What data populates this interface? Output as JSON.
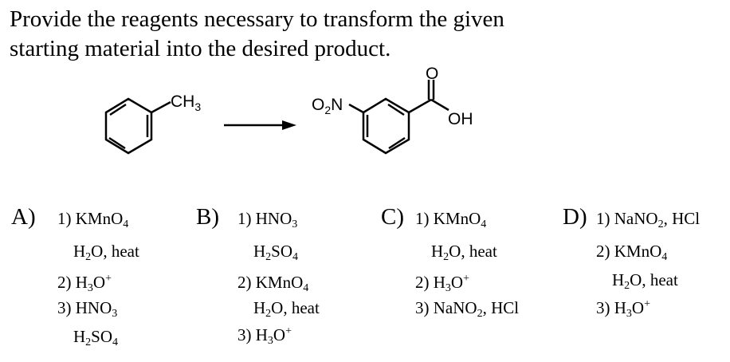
{
  "question": {
    "line1": "Provide the reagents necessary to transform the given",
    "line2": "starting material into the desired product."
  },
  "scheme": {
    "start_label": "CH3",
    "nitro_label": "O2N",
    "carbonyl_o": "O",
    "hydroxyl": "OH"
  },
  "options": [
    {
      "letter": "A)",
      "steps": [
        "1) KMnO4",
        "H2O, heat",
        "2) H3O+",
        "3) HNO3",
        "H2SO4"
      ]
    },
    {
      "letter": "B)",
      "steps": [
        "1) HNO3",
        "H2SO4",
        "2) KMnO4",
        "H2O, heat",
        "3) H3O+"
      ]
    },
    {
      "letter": "C)",
      "steps": [
        "1) KMnO4",
        "H2O, heat",
        "2) H3O+",
        "3) NaNO2, HCl"
      ]
    },
    {
      "letter": "D)",
      "steps": [
        "1) NaNO2, HCl",
        "2) KMnO4",
        "H2O, heat",
        "3) H3O+"
      ]
    }
  ]
}
